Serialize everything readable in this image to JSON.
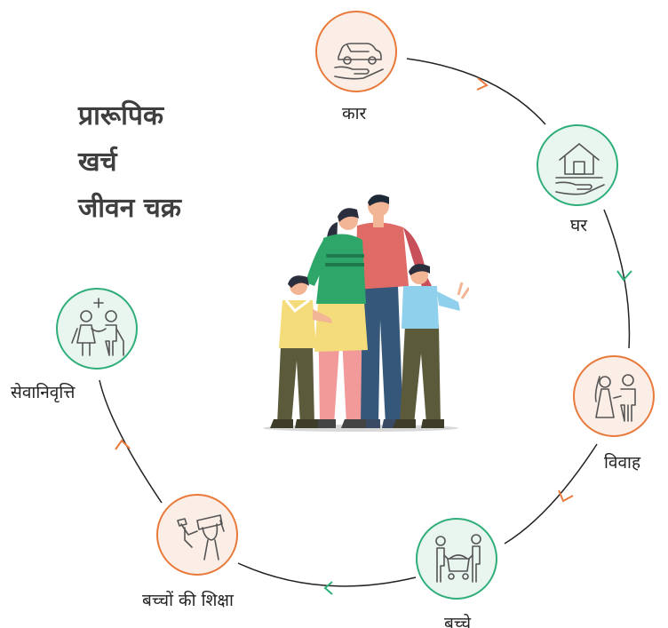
{
  "title": {
    "line1": "प्रारूपिक",
    "line2": "खर्च",
    "line3": "जीवन चक्र"
  },
  "stages": [
    {
      "label": "कार",
      "icon": "car-in-hand-icon",
      "ring": "#e8793a"
    },
    {
      "label": "घर",
      "icon": "house-in-hand-icon",
      "ring": "#2eae79"
    },
    {
      "label": "विवाह",
      "icon": "wedding-couple-icon",
      "ring": "#e8793a"
    },
    {
      "label": "बच्चे",
      "icon": "baby-stroller-icon",
      "ring": "#2eae79"
    },
    {
      "label": "बच्चों की शिक्षा",
      "icon": "graduation-icon",
      "ring": "#e8793a"
    },
    {
      "label": "सेवानिवृत्ति",
      "icon": "elderly-couple-icon",
      "ring": "#2eae79"
    }
  ],
  "colors": {
    "orange": "#e8793a",
    "green": "#2eae79",
    "title": "#3f3f3f"
  },
  "illustration": "family-illustration"
}
